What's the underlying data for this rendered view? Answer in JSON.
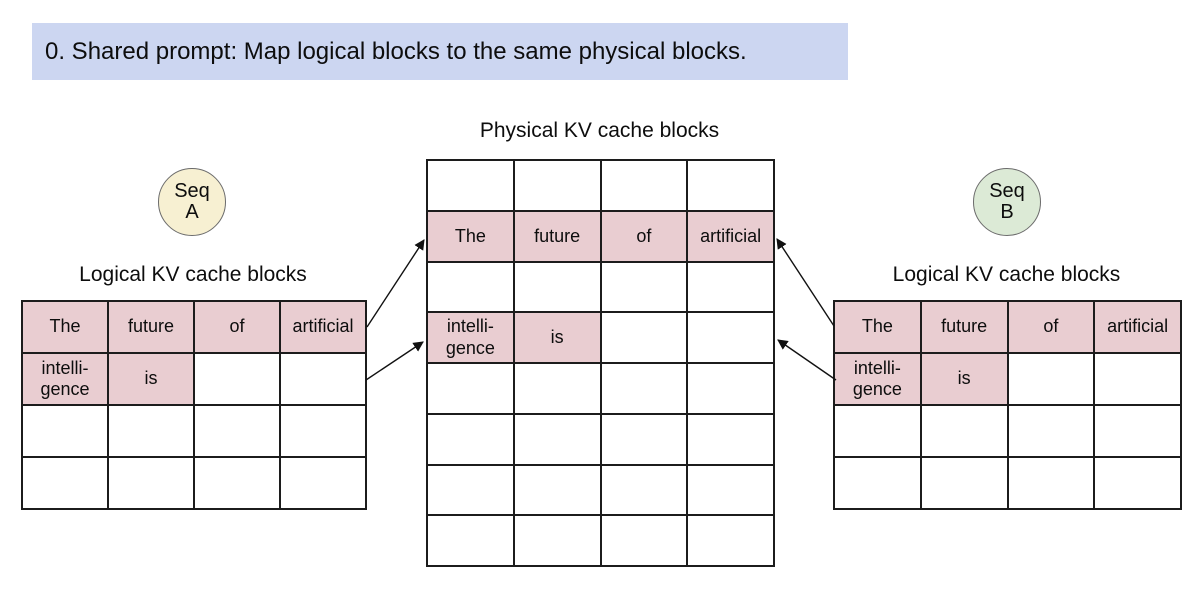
{
  "banner": {
    "text": "0. Shared prompt: Map logical blocks to the same physical blocks."
  },
  "colors": {
    "banner_bg": "#ccd6f1",
    "highlight_pink": "#e9cdd1",
    "seq_a_bg": "#f7f0d2",
    "seq_b_bg": "#dcead6",
    "table_line": "#1c1c1c"
  },
  "seq_a": {
    "line1": "Seq",
    "line2": "A"
  },
  "seq_b": {
    "line1": "Seq",
    "line2": "B"
  },
  "left_table": {
    "title": "Logical KV cache blocks",
    "columns": 4,
    "rows": [
      [
        {
          "text": "The",
          "filled": true
        },
        {
          "text": "future",
          "filled": true
        },
        {
          "text": "of",
          "filled": true
        },
        {
          "text": "artificial",
          "filled": true
        }
      ],
      [
        {
          "text": "intelli-\ngence",
          "filled": true
        },
        {
          "text": "is",
          "filled": true
        },
        {
          "text": "",
          "filled": false
        },
        {
          "text": "",
          "filled": false
        }
      ],
      [
        {
          "text": "",
          "filled": false
        },
        {
          "text": "",
          "filled": false
        },
        {
          "text": "",
          "filled": false
        },
        {
          "text": "",
          "filled": false
        }
      ],
      [
        {
          "text": "",
          "filled": false
        },
        {
          "text": "",
          "filled": false
        },
        {
          "text": "",
          "filled": false
        },
        {
          "text": "",
          "filled": false
        }
      ]
    ]
  },
  "physical_table": {
    "title": "Physical KV cache blocks",
    "columns": 4,
    "rows": [
      [
        {
          "text": "",
          "filled": false
        },
        {
          "text": "",
          "filled": false
        },
        {
          "text": "",
          "filled": false
        },
        {
          "text": "",
          "filled": false
        }
      ],
      [
        {
          "text": "The",
          "filled": true
        },
        {
          "text": "future",
          "filled": true
        },
        {
          "text": "of",
          "filled": true
        },
        {
          "text": "artificial",
          "filled": true
        }
      ],
      [
        {
          "text": "",
          "filled": false
        },
        {
          "text": "",
          "filled": false
        },
        {
          "text": "",
          "filled": false
        },
        {
          "text": "",
          "filled": false
        }
      ],
      [
        {
          "text": "intelli-\ngence",
          "filled": true
        },
        {
          "text": "is",
          "filled": true
        },
        {
          "text": "",
          "filled": false
        },
        {
          "text": "",
          "filled": false
        }
      ],
      [
        {
          "text": "",
          "filled": false
        },
        {
          "text": "",
          "filled": false
        },
        {
          "text": "",
          "filled": false
        },
        {
          "text": "",
          "filled": false
        }
      ],
      [
        {
          "text": "",
          "filled": false
        },
        {
          "text": "",
          "filled": false
        },
        {
          "text": "",
          "filled": false
        },
        {
          "text": "",
          "filled": false
        }
      ],
      [
        {
          "text": "",
          "filled": false
        },
        {
          "text": "",
          "filled": false
        },
        {
          "text": "",
          "filled": false
        },
        {
          "text": "",
          "filled": false
        }
      ],
      [
        {
          "text": "",
          "filled": false
        },
        {
          "text": "",
          "filled": false
        },
        {
          "text": "",
          "filled": false
        },
        {
          "text": "",
          "filled": false
        }
      ]
    ]
  },
  "right_table": {
    "title": "Logical KV cache blocks",
    "columns": 4,
    "rows": [
      [
        {
          "text": "The",
          "filled": true
        },
        {
          "text": "future",
          "filled": true
        },
        {
          "text": "of",
          "filled": true
        },
        {
          "text": "artificial",
          "filled": true
        }
      ],
      [
        {
          "text": "intelli-\ngence",
          "filled": true
        },
        {
          "text": "is",
          "filled": true
        },
        {
          "text": "",
          "filled": false
        },
        {
          "text": "",
          "filled": false
        }
      ],
      [
        {
          "text": "",
          "filled": false
        },
        {
          "text": "",
          "filled": false
        },
        {
          "text": "",
          "filled": false
        },
        {
          "text": "",
          "filled": false
        }
      ],
      [
        {
          "text": "",
          "filled": false
        },
        {
          "text": "",
          "filled": false
        },
        {
          "text": "",
          "filled": false
        },
        {
          "text": "",
          "filled": false
        }
      ]
    ]
  },
  "arrows": [
    {
      "name": "seq-a-block-0-to-physical-block-1"
    },
    {
      "name": "seq-a-block-1-to-physical-block-3"
    },
    {
      "name": "seq-b-block-0-to-physical-block-1"
    },
    {
      "name": "seq-b-block-1-to-physical-block-3"
    }
  ]
}
